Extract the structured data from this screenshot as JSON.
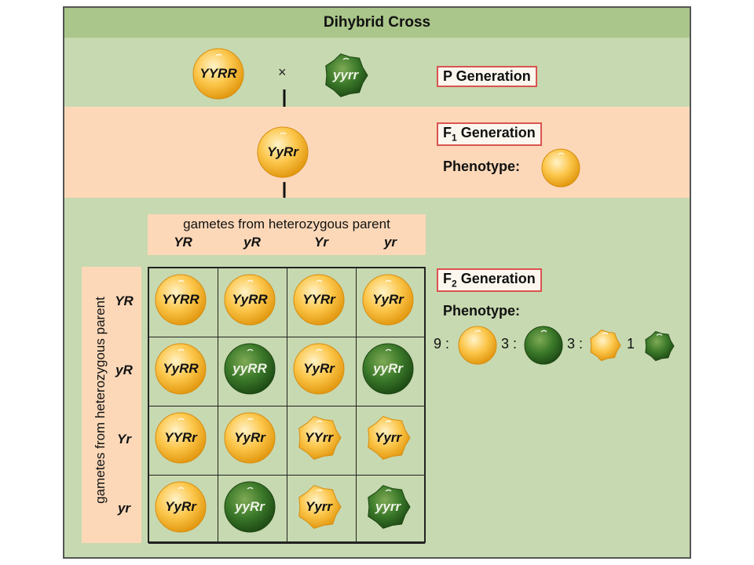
{
  "title": "Dihybrid Cross",
  "p_generation": {
    "label": "P Generation",
    "parent1": "YYRR",
    "cross_symbol": "×",
    "parent2": "yyrr"
  },
  "f1_generation": {
    "label_main": "F",
    "label_sub": "1",
    "label_rest": " Generation",
    "offspring": "YyRr",
    "phenotype_label": "Phenotype:"
  },
  "punnett": {
    "top_header": "gametes from heterozygous parent",
    "left_header": "gametes from heterozygous parent",
    "columns": [
      "YR",
      "yR",
      "Yr",
      "yr"
    ],
    "rows": [
      "YR",
      "yR",
      "Yr",
      "yr"
    ],
    "cells": [
      [
        "YYRR",
        "YyRR",
        "YYRr",
        "YyRr"
      ],
      [
        "YyRR",
        "yyRR",
        "YyRr",
        "yyRr"
      ],
      [
        "YYRr",
        "YyRr",
        "YYrr",
        "Yyrr"
      ],
      [
        "YyRr",
        "yyRr",
        "Yyrr",
        "yyrr"
      ]
    ]
  },
  "f2_generation": {
    "label_main": "F",
    "label_sub": "2",
    "label_rest": " Generation",
    "phenotype_label": "Phenotype:",
    "ratio": [
      "9 :",
      "3 :",
      "3 :",
      "1"
    ]
  },
  "colors": {
    "green_band": "#c7d9b0",
    "orange_band": "#fcd8b8",
    "title_band": "#aac68a",
    "label_border": "#d9534f"
  }
}
